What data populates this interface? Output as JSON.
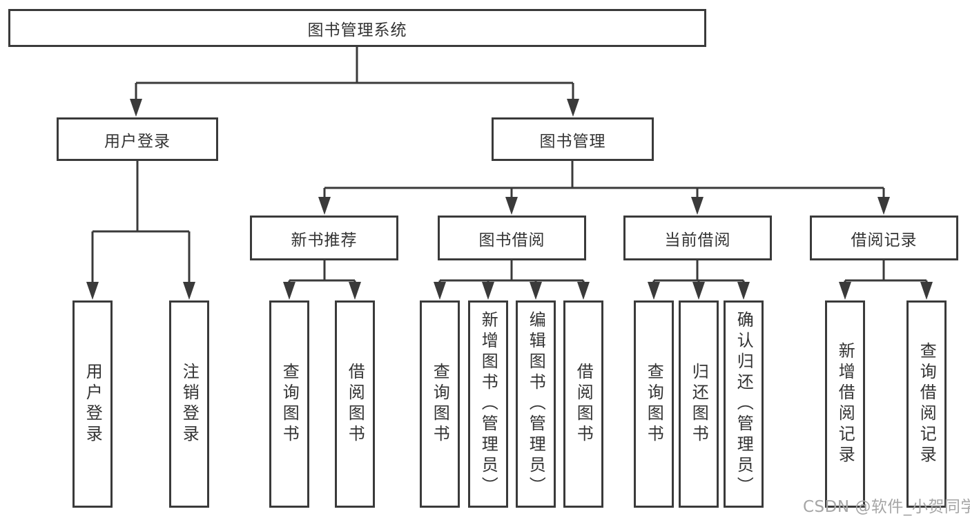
{
  "diagram": {
    "root": {
      "label": "图书管理系统"
    },
    "branches": [
      {
        "label": "用户登录",
        "leaves": [
          "用户登录",
          "注销登录"
        ]
      },
      {
        "label": "图书管理",
        "children": [
          {
            "label": "新书推荐",
            "leaves": [
              "查询图书",
              "借阅图书"
            ]
          },
          {
            "label": "图书借阅",
            "leaves": [
              "查询图书",
              "新增图书（管理员）",
              "编辑图书（管理员）",
              "借阅图书"
            ]
          },
          {
            "label": "当前借阅",
            "leaves": [
              "查询图书",
              "归还图书",
              "确认归还（管理员）"
            ]
          },
          {
            "label": "借阅记录",
            "leaves": [
              "新增借阅记录",
              "查询借阅记录"
            ]
          }
        ]
      }
    ]
  },
  "watermark": {
    "text": "CSDN @软件_小贺同学"
  },
  "colors": {
    "line": "#3a3a3a",
    "text": "#333333",
    "watermark": "#a6a6a6",
    "background": "#ffffff"
  }
}
